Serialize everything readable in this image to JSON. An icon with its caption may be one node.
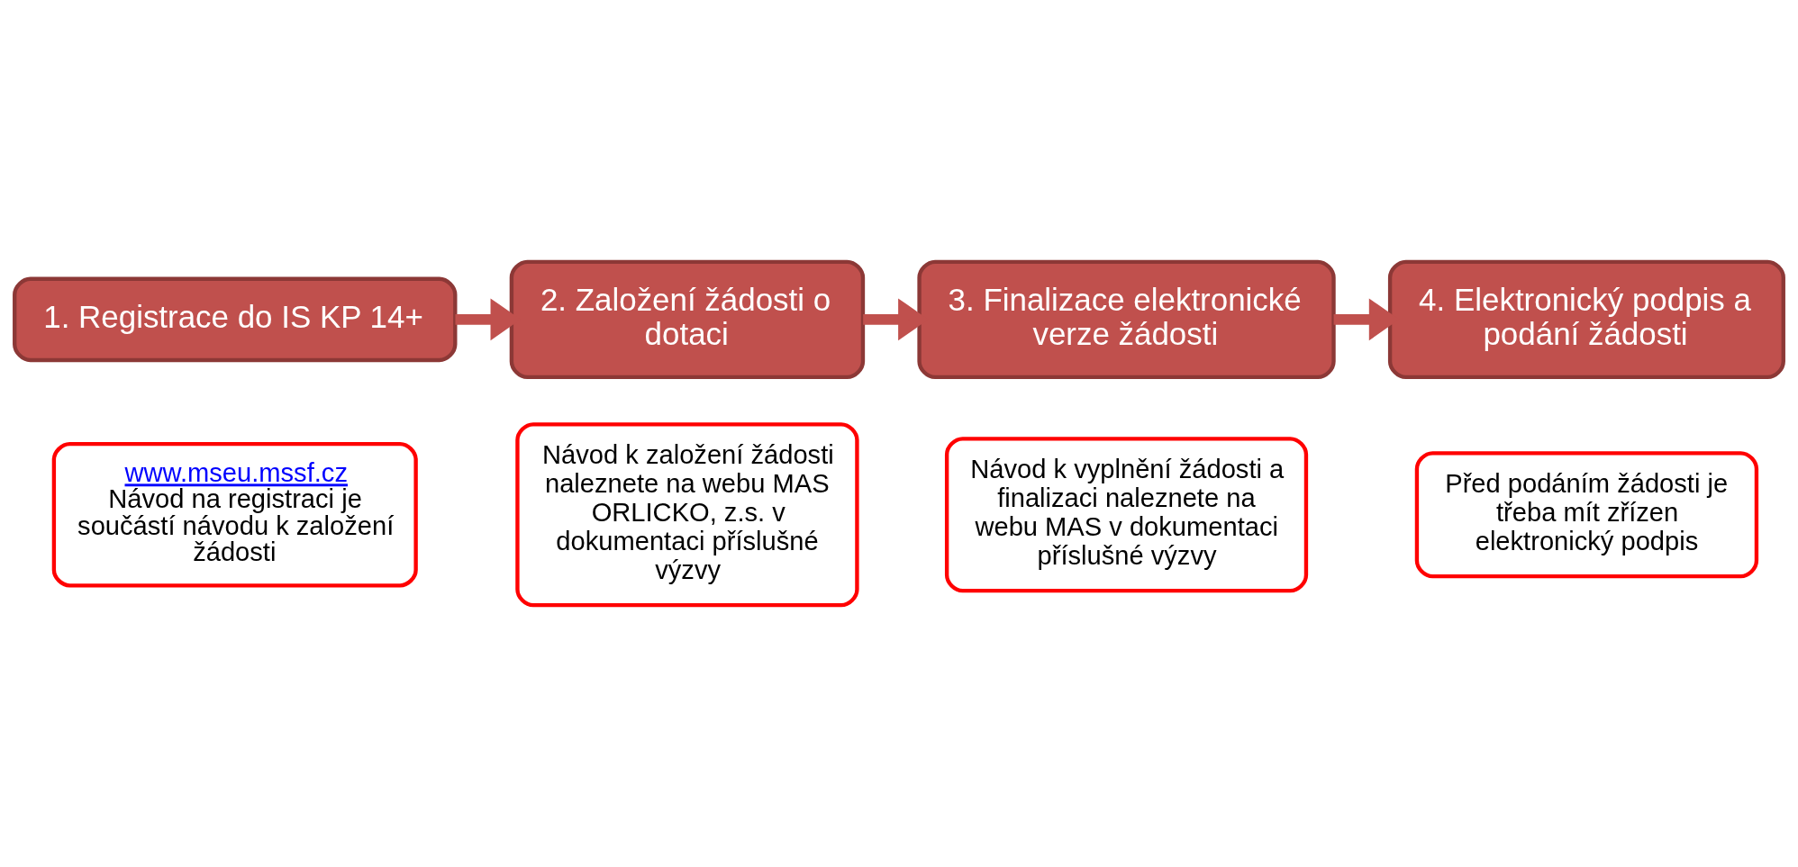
{
  "diagram": {
    "nodes": [
      {
        "text": [
          "1. Registrace do IS KP 14+"
        ]
      },
      {
        "text": [
          "www.mseu.mssf.cz",
          "Návod na registraci je součástí návodu k založení žádosti"
        ]
      },
      {
        "text": [
          "2. Založení žádosti o dotaci"
        ]
      },
      {
        "text": [
          "Návod k založení žádosti naleznete na webu MAS ORLICKO, z.s. v dokumentaci příslušné výzvy"
        ]
      },
      {
        "text": [
          "3. Finalizace elektronické verze žádosti"
        ]
      },
      {
        "text": [
          "Návod k vyplnění žádosti a finalizaci naleznete na webu MAS v dokumentaci příslušné výzvy"
        ]
      },
      {
        "text": [
          "4. Elektronický podpis a podání žádosti"
        ]
      },
      {
        "text": [
          "Před podáním žádosti je třeba mít zřízen elektronický podpis"
        ]
      }
    ],
    "edges": [
      {
        "from": 0,
        "to": 2,
        "arrow": "to"
      },
      {
        "from": 2,
        "to": 4,
        "arrow": "to"
      },
      {
        "from": 4,
        "to": 6,
        "arrow": "to"
      }
    ]
  }
}
